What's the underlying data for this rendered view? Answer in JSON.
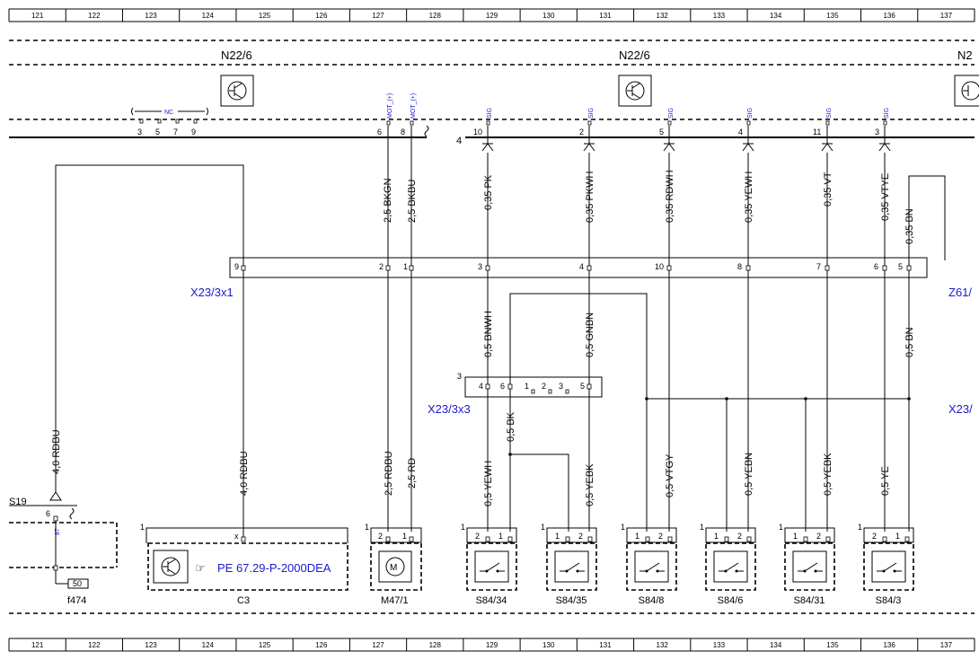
{
  "grid": {
    "top": [
      "121",
      "122",
      "123",
      "124",
      "125",
      "126",
      "127",
      "128",
      "129",
      "130",
      "131",
      "132",
      "133",
      "134",
      "135",
      "136",
      "137"
    ],
    "bottom": [
      "121",
      "122",
      "123",
      "124",
      "125",
      "126",
      "127",
      "128",
      "129",
      "130",
      "131",
      "132",
      "133",
      "134",
      "135",
      "136",
      "137"
    ]
  },
  "modules": {
    "left_label": "N22/6",
    "right_label": "N22/6",
    "edge_label": "N2",
    "nc_label": "NC",
    "nc_pins": [
      "3",
      "5",
      "7",
      "9"
    ],
    "bus_number": "4",
    "pin_labels": {
      "p6": "6",
      "p8": "8",
      "p10": "10",
      "p2": "2",
      "p5": "5",
      "p4": "4",
      "p11": "11",
      "p3": "3"
    },
    "signals": {
      "mot1": "MOT_(+)",
      "mot2": "MOT_(+)",
      "sig1": "SIG",
      "sig2": "SIG",
      "sig3": "SIG",
      "sig4": "SIG",
      "sig5": "SIG",
      "sig6": "SIG"
    }
  },
  "wires_upper": {
    "w1": "2,5 BKGN",
    "w2": "2,5 BKBU",
    "w3": "0,35 PK",
    "w4": "0,35 PKWH",
    "w5": "0,35 RDWH",
    "w6": "0,35 YEWH",
    "w7": "0,35 VT",
    "w8": "0,35 VTYE",
    "w9": "0,35 BN"
  },
  "connector_x23_3x1": {
    "label": "X23/3x1",
    "pins": {
      "p9": "9",
      "p2": "2",
      "p1": "1",
      "p3": "3",
      "p4": "4",
      "p10": "10",
      "p8": "8",
      "p7": "7",
      "p6": "6",
      "p5": "5"
    }
  },
  "edge_labels": {
    "z61": "Z61/",
    "x23": "X23/"
  },
  "wires_mid": {
    "w1": "0,5 BNWH",
    "w2": "0,5 GNBN",
    "w3": "0,5 BN"
  },
  "connector_x23_3x3": {
    "label": "X23/3x3",
    "number": "3",
    "pins": {
      "p4": "4",
      "p6": "6",
      "p1": "1",
      "p2": "2",
      "p3": "3",
      "p5": "5"
    }
  },
  "wires_lower": {
    "rdbu_left": "4,0 RDBU",
    "rdbu_c3": "4,0 RDBU",
    "rdbu_m47": "2,5 RDBU",
    "rd_m47": "2,5 RD",
    "bk": "0,5 BK",
    "yewh": "0,5 YEWH",
    "yebk1": "0,5 YEBK",
    "vtgy": "0,5 VTGY",
    "yebn": "0,5 YEBN",
    "yebk2": "0,5 YEBK",
    "ye": "0,5 YE"
  },
  "s19": {
    "label": "S19",
    "pin": "6",
    "pin87": "87"
  },
  "fuse": {
    "label": "f474",
    "value": "50"
  },
  "c3": {
    "label": "C3",
    "number": "1",
    "pin_x": "x",
    "reference": "PE 67.29-P-2000DEA"
  },
  "m47": {
    "label": "M47/1",
    "number": "1",
    "pin2": "2",
    "pin1": "1"
  },
  "switches": [
    {
      "label": "S84/34",
      "number": "1",
      "pin_a": "2",
      "pin_b": "1"
    },
    {
      "label": "S84/35",
      "number": "1",
      "pin_a": "1",
      "pin_b": "2"
    },
    {
      "label": "S84/8",
      "number": "1",
      "pin_a": "1",
      "pin_b": "2"
    },
    {
      "label": "S84/6",
      "number": "1",
      "pin_a": "1",
      "pin_b": "2"
    },
    {
      "label": "S84/31",
      "number": "1",
      "pin_a": "1",
      "pin_b": "2"
    },
    {
      "label": "S84/3",
      "number": "1",
      "pin_a": "2",
      "pin_b": "1"
    }
  ],
  "icons": [
    "transistor-icon",
    "motor-icon",
    "switch-icon",
    "pointing-hand-icon"
  ]
}
